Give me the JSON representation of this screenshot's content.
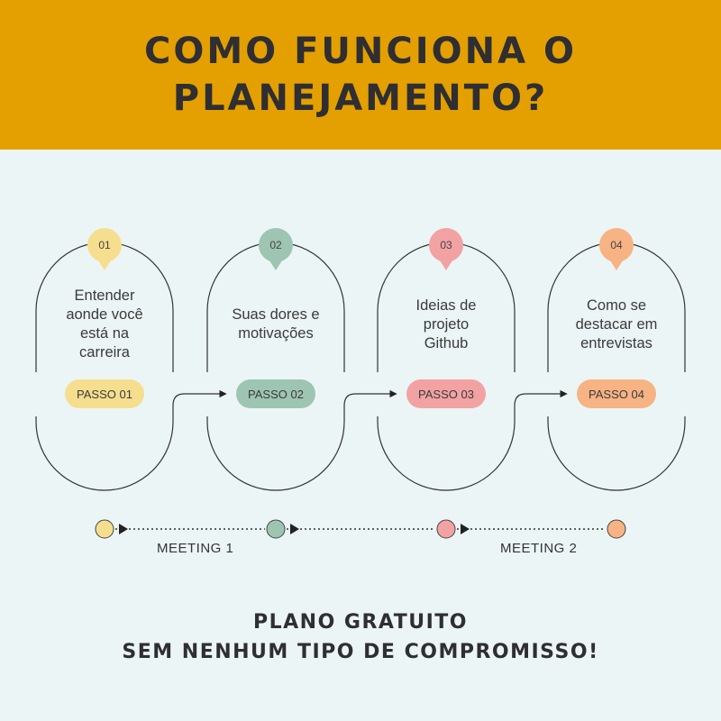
{
  "header": {
    "line1": "COMO FUNCIONA O",
    "line2": "PLANEJAMENTO?"
  },
  "steps": [
    {
      "number": "01",
      "text": [
        "Entender",
        "aonde você",
        "está na",
        "carreira"
      ],
      "label": "PASSO 01",
      "color": "#f6de8f"
    },
    {
      "number": "02",
      "text": [
        "Suas dores e",
        "motivações"
      ],
      "label": "PASSO 02",
      "color": "#9ec4b2"
    },
    {
      "number": "03",
      "text": [
        "Ideias de",
        "projeto",
        "Github"
      ],
      "label": "PASSO 03",
      "color": "#f3a2a4"
    },
    {
      "number": "04",
      "text": [
        "Como se",
        "destacar em",
        "entrevistas"
      ],
      "label": "PASSO 04",
      "color": "#f7b384"
    }
  ],
  "timeline": {
    "meeting1": "MEETING 1",
    "meeting2": "MEETING 2"
  },
  "footer": {
    "line1": "PLANO GRATUITO",
    "line2": "SEM NENHUM TIPO DE COMPROMISSO!"
  },
  "colors": {
    "header_bg": "#e4a000",
    "page_bg": "#ecf5f5",
    "title": "#2e2e33",
    "line": "#333333"
  }
}
